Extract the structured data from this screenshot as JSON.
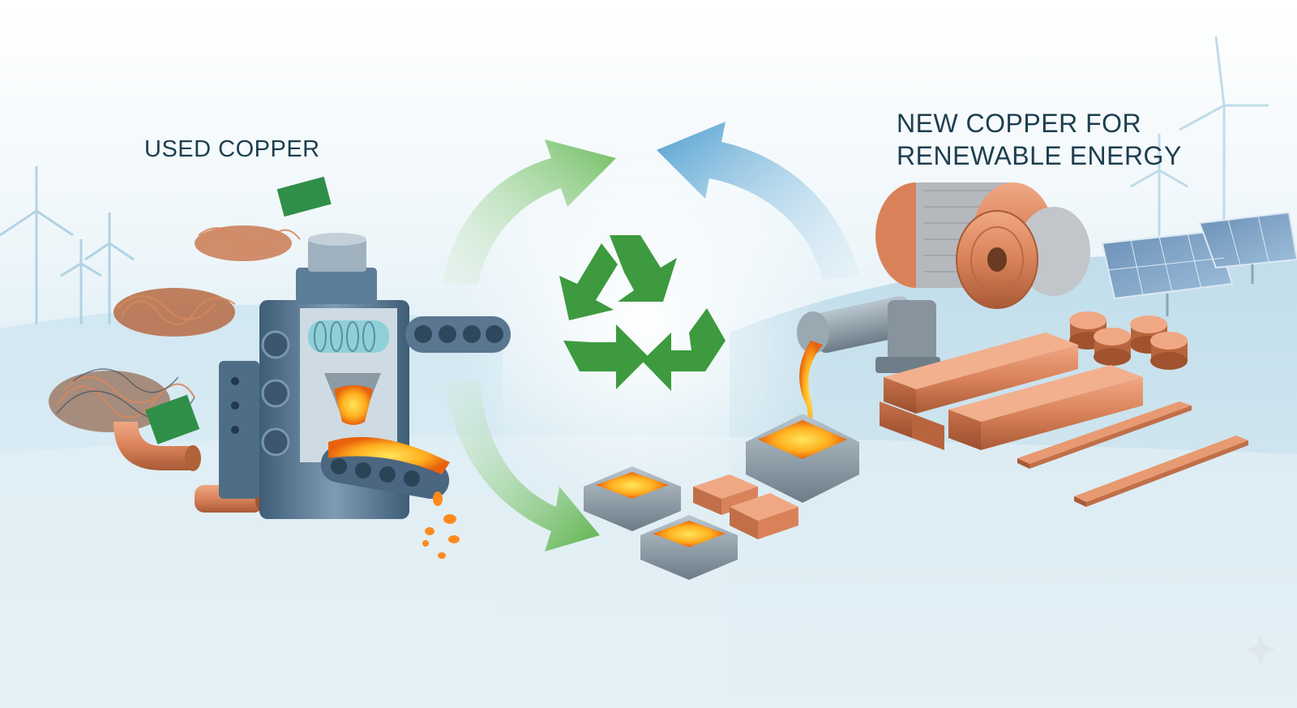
{
  "labels": {
    "used_copper": "USED COPPER",
    "new_copper_line1": "NEW COPPER FOR",
    "new_copper_line2": "RENEWABLE ENERGY"
  },
  "colors": {
    "recycle_green": "#3d9a3f",
    "arrow_green": "#7cc46a",
    "arrow_blue": "#5ea6d2",
    "copper": "#d9825a",
    "molten": "#ff9a1f",
    "machine_steel": "#5f7f99",
    "text": "#1d3e50"
  },
  "icons": [
    "recycle-icon",
    "wind-turbine-icon",
    "solar-panel-icon",
    "gear-icon",
    "conveyor-icon",
    "copper-spool-icon",
    "crucible-icon"
  ]
}
